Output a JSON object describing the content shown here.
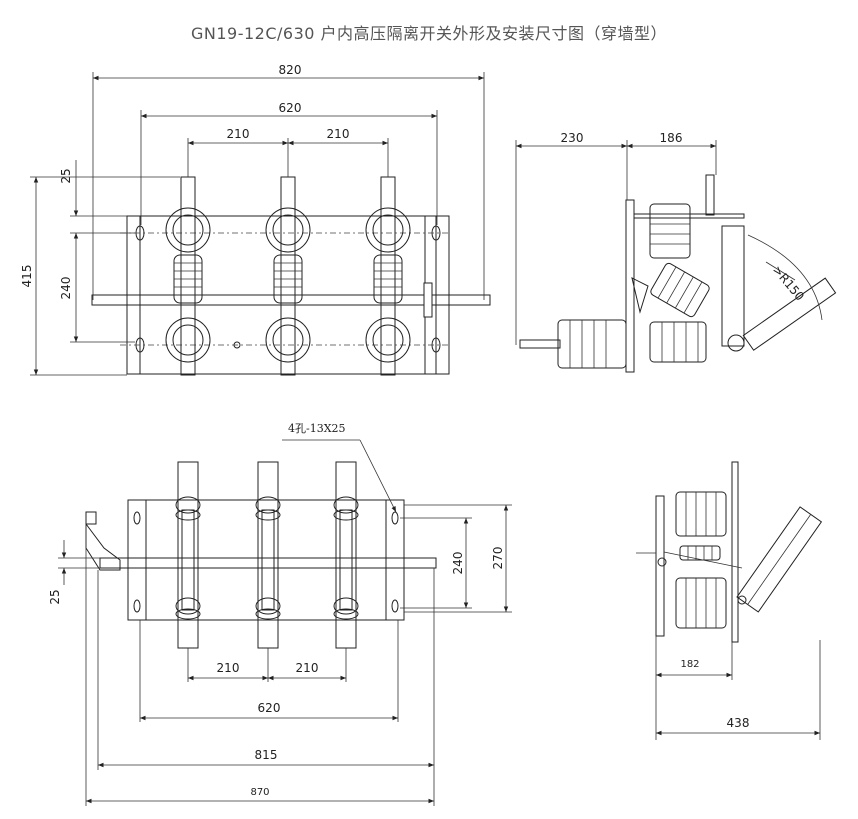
{
  "title": "GN19-12C/630 户内高压隔离开关外形及安装尺寸图（穿墙型）",
  "front_view": {
    "dim_total_width": "820",
    "dim_pole_span": "620",
    "dim_pitch_left": "210",
    "dim_pitch_right": "210",
    "dim_top_offset": "25",
    "dim_height": "415",
    "dim_hole_spacing": "240"
  },
  "side_view": {
    "dim_left": "230",
    "dim_right": "186",
    "dim_radius": ">R150"
  },
  "plan_view": {
    "hole_note": "4孔-13X25",
    "dim_hole_spacing": "240",
    "dim_frame_height": "270",
    "dim_offset": "25",
    "dim_pitch_left": "210",
    "dim_pitch_right": "210",
    "dim_pole_span": "620",
    "dim_frame_width": "815",
    "dim_total_width": "870"
  },
  "end_view": {
    "dim_inner": "182",
    "dim_total": "438"
  }
}
